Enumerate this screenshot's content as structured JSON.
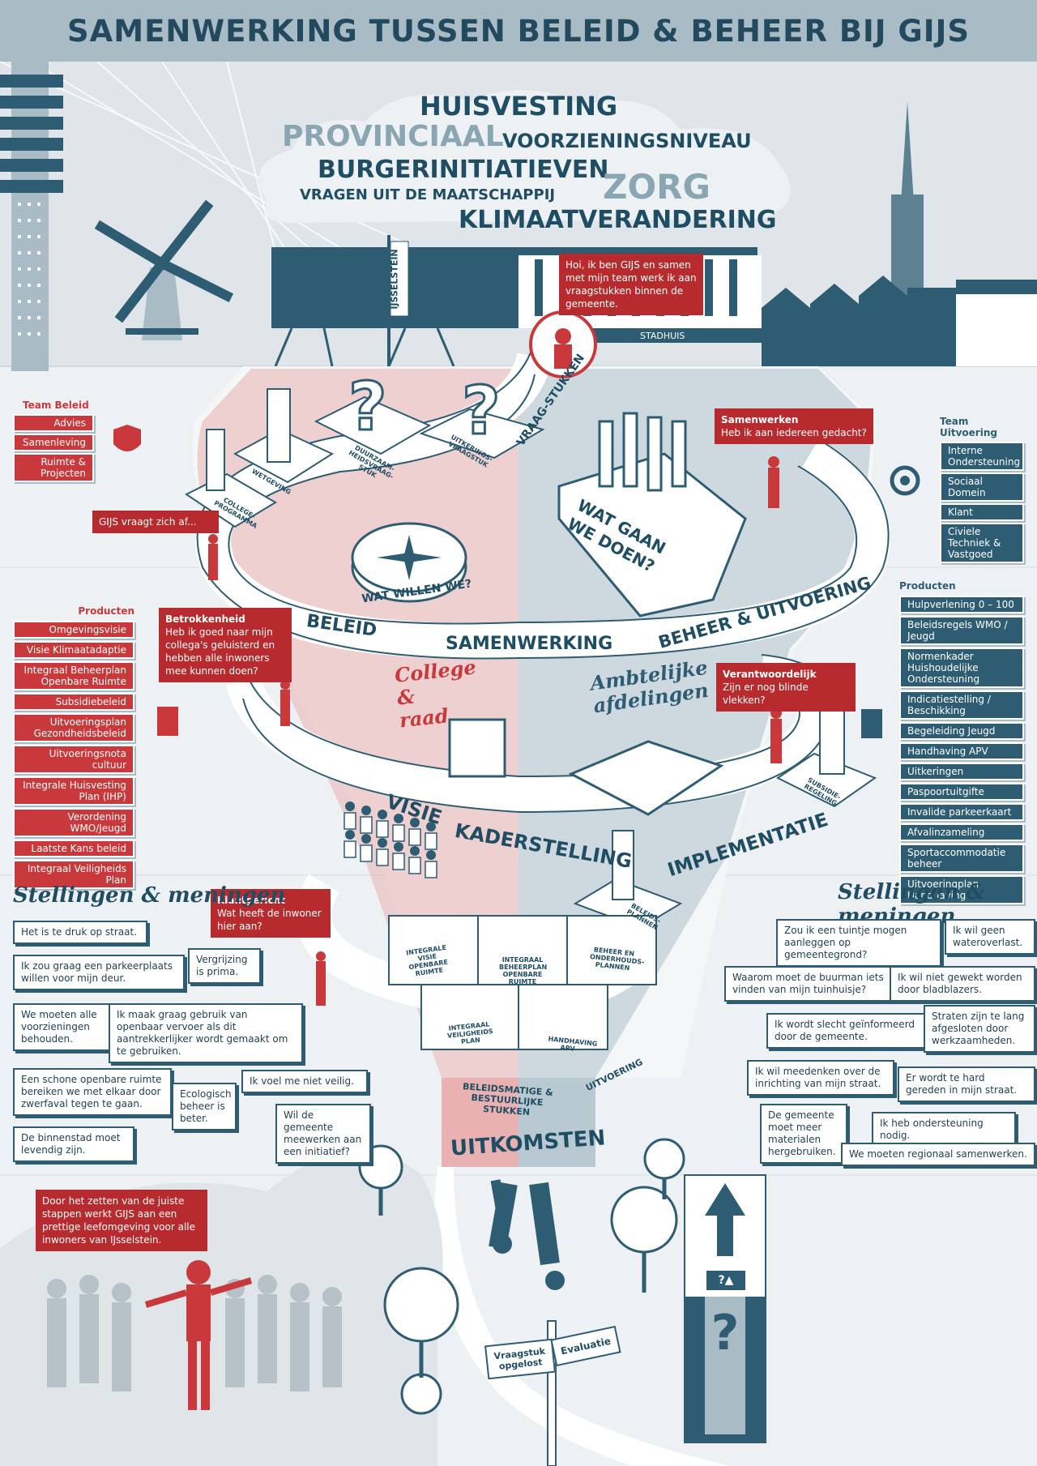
{
  "title": "SAMENWERKING TUSSEN BELEID & BEHEER BIJ GIJS",
  "cloud_words": {
    "w1": "HUISVESTING",
    "w2": "PROVINCIAAL",
    "w3": "VOORZIENINGSNIVEAU",
    "w4": "BURGERINITIATIEVEN",
    "w5": "ZORG",
    "w6": "VRAGEN UIT DE MAATSCHAPPIJ",
    "w7": "KLIMAATVERANDERING"
  },
  "city": {
    "flag_label": "IJSSELSTEIN",
    "stadhuis_label": "STADHUIS"
  },
  "gijs_intro": "Hoi, ik ben GIJS en samen met mijn team werk ik aan vraagstukken binnen de gemeente.",
  "team_beleid": {
    "heading": "Team Beleid",
    "items": [
      "Advies",
      "Samenleving",
      "Ruimte & Projecten"
    ]
  },
  "team_uitvoering": {
    "heading": "Team Uitvoering",
    "items": [
      "Interne Ondersteuning",
      "Sociaal Domein",
      "Klant",
      "Civiele Techniek & Vastgoed"
    ]
  },
  "funnel_blocks": {
    "b1": "COLLEGE-PROGRAMMA",
    "b2": "WETGEVING",
    "b3": "DUURZAAM-HEIDSVRAAG-STUK",
    "b4": "UITKERINGS-VRAAGSTUK",
    "b5": "VRAAG-STUKKEN"
  },
  "gijs_wonders": "GIJS vraagt zich af...",
  "samenwerken": {
    "title": "Samenwerken",
    "text": "Heb ik aan iedereen gedacht?"
  },
  "compass_label": "WAT WILLEN WE?",
  "toolbox_label": "WAT GAAN WE DOEN?",
  "band1": {
    "left": "BELEID",
    "center": "SAMENWERKING",
    "right": "BEHEER & UITVOERING"
  },
  "producten_left": {
    "heading": "Producten",
    "items": [
      "Omgevingsvisie",
      "Visie Klimaatadaptie",
      "Integraal Beheerplan Openbare Ruimte",
      "Subsidiebeleid",
      "Uitvoeringsplan Gezondheidsbeleid",
      "Uitvoeringsnota cultuur",
      "Integrale Huisvesting Plan (IHP)",
      "Verordening WMO/Jeugd",
      "Laatste Kans beleid",
      "Integraal Veiligheids Plan"
    ]
  },
  "producten_right": {
    "heading": "Producten",
    "items": [
      "Hulpverlening 0 – 100",
      "Beleidsregels WMO / Jeugd",
      "Normenkader Huishoudelijke Ondersteuning",
      "Indicatiestelling / Beschikking",
      "Begeleiding Jeugd",
      "Handhaving APV",
      "Uitkeringen",
      "Paspoortuitgifte",
      "Invalide parkeerkaart",
      "Afvalinzameling",
      "Sportaccommodatie beheer",
      "Uitvoeringplan Handhaving"
    ]
  },
  "betrokkenheid": {
    "title": "Betrokkenheid",
    "text": "Heb ik goed naar mijn collega's geluisterd en hebben alle inwoners mee kunnen doen?"
  },
  "verantwoordelijk": {
    "title": "Verantwoordelijk",
    "text": "Zijn er nog blinde vlekken?"
  },
  "college_raad": "College & raad",
  "ambtelijke": "Ambtelijke afdelingen",
  "band2": {
    "left": "VISIE",
    "center": "KADERSTELLING",
    "right": "IMPLEMENTATIE"
  },
  "subsidie_block": "SUBSIDIE-REGELING",
  "beleidsplannen_block": "BELEIDS-PLANNEN",
  "klantgericht": {
    "title": "Klantgericht",
    "text": "Wat heeft de inwoner hier aan?"
  },
  "stellingen_heading": "Stellingen & meningen",
  "stellingen_left": [
    "Het is te druk op straat.",
    "Ik zou graag een parkeerplaats willen voor mijn deur.",
    "Vergrijzing is prima.",
    "We moeten alle voorzieningen behouden.",
    "Ik maak graag gebruik van openbaar vervoer als dit aantrekkerlijker wordt gemaakt om te gebruiken.",
    "Een schone openbare ruimte bereiken we met elkaar door zwerfaval tegen te gaan.",
    "Ecologisch beheer is beter.",
    "Ik voel me niet veilig.",
    "Wil de gemeente meewerken aan een initiatief?",
    "De binnenstad moet levendig zijn."
  ],
  "stellingen_right": [
    "Zou ik een tuintje mogen aanleggen op gemeentegrond?",
    "Ik wil geen wateroverlast.",
    "Waarom moet de buurman iets vinden van mijn tuinhuisje?",
    "Ik wil niet gewekt worden door bladblazers.",
    "Ik wordt slecht geïnformeerd door de gemeente.",
    "Straten zijn te lang afgesloten door werkzaamheden.",
    "Ik wil meedenken over de inrichting van mijn straat.",
    "Er wordt te hard gereden in mijn straat.",
    "De gemeente moet meer materialen hergebruiken.",
    "Ik heb ondersteuning nodig.",
    "We moeten regionaal samenwerken."
  ],
  "puzzle": [
    "INTEGRALE VISIE OPENBARE RUIMTE",
    "INTEGRAAL BEHEERPLAN OPENBARE RUIMTE",
    "BEHEER EN ONDERHOUDS-PLANNEN",
    "INTEGRAAL VEILIGHEIDS PLAN",
    "HANDHAVING APV"
  ],
  "band3": {
    "left": "BELEIDSMATIGE & BESTUURLIJKE STUKKEN",
    "right": "UITVOERING"
  },
  "uitkomsten": "UITKOMSTEN",
  "gijs_outro": "Door het zetten van de juiste stappen werkt GIJS aan een prettige leefomgeving voor alle inwoners van IJsselstein.",
  "signpost": {
    "left": "Vraagstuk opgelost",
    "right": "Evaluatie"
  },
  "pipe_sign": "?▲",
  "pipe_symbol": "?",
  "colors": {
    "red": "#c9393b",
    "navy": "#2e5d73",
    "light": "#a9bcc6",
    "bg": "#eef1f3"
  }
}
